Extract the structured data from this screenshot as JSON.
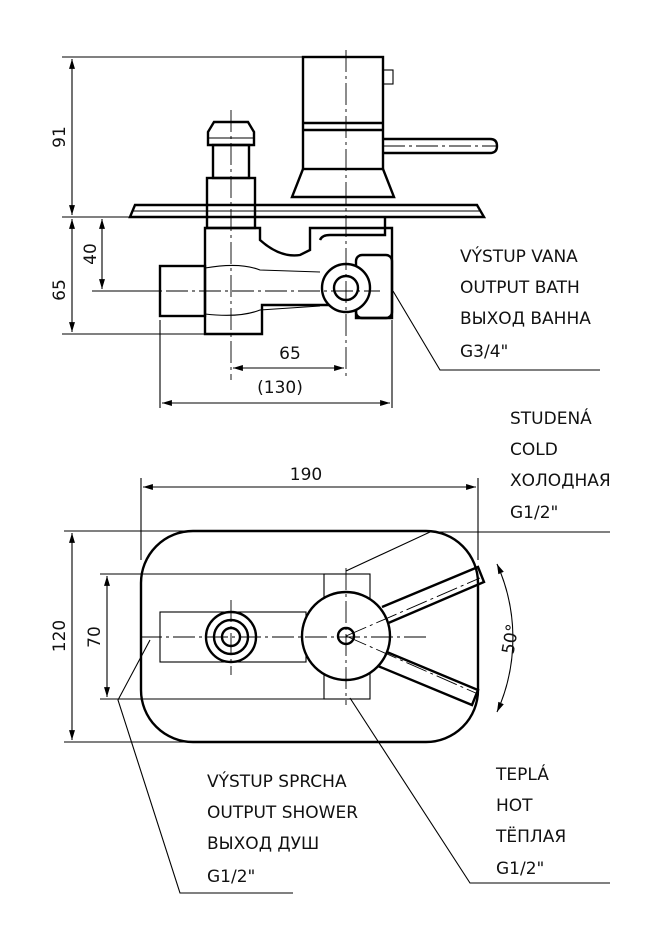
{
  "side_view": {
    "dim_height_top": "91",
    "dim_height_bottom": "65",
    "dim_inlet": "40",
    "dim_offset": "65",
    "dim_width": "(130)",
    "outlet_label": [
      "VÝSTUP VANA",
      "OUTPUT BATH",
      "ВЫХОД ВАННА",
      "G3/4\""
    ]
  },
  "top_view": {
    "dim_width": "190",
    "dim_height": "120",
    "dim_inner": "70",
    "dim_angle": "50°",
    "cold_label": [
      "STUDENÁ",
      "COLD",
      "ХОЛОДНАЯ",
      "G1/2\""
    ],
    "hot_label": [
      "TEPLÁ",
      "HOT",
      "ТЁПЛАЯ",
      "G1/2\""
    ],
    "shower_label": [
      "VÝSTUP SPRCHA",
      "OUTPUT SHOWER",
      "ВЫХОД ДУШ",
      "G1/2\""
    ]
  }
}
